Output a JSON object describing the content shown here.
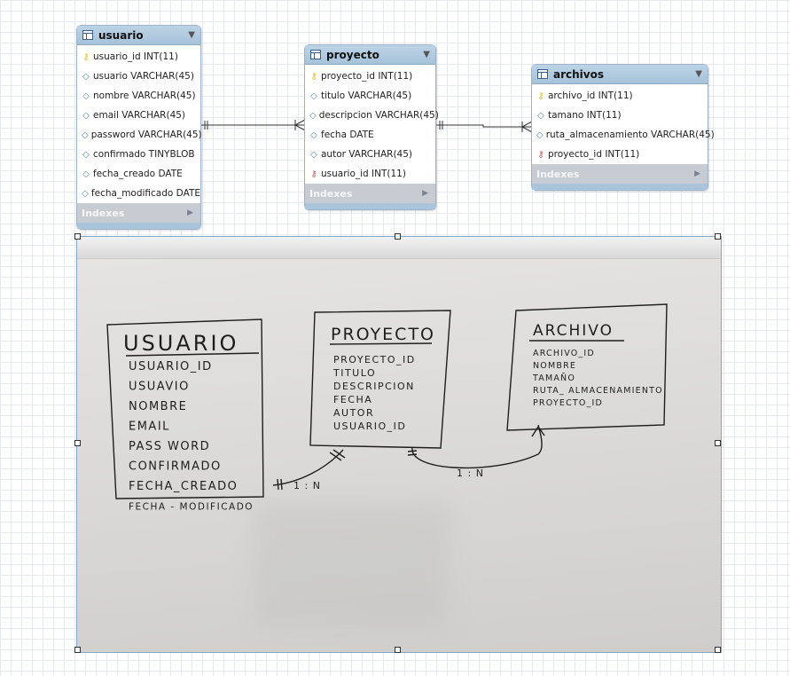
{
  "entities": {
    "usuario": {
      "title": "usuario",
      "fields": [
        {
          "name": "usuario_id INT(11)",
          "kind": "primary-key"
        },
        {
          "name": "usuario VARCHAR(45)",
          "kind": "attribute"
        },
        {
          "name": "nombre VARCHAR(45)",
          "kind": "attribute"
        },
        {
          "name": "email VARCHAR(45)",
          "kind": "attribute"
        },
        {
          "name": "password VARCHAR(45)",
          "kind": "attribute"
        },
        {
          "name": "confirmado TINYBLOB",
          "kind": "attribute"
        },
        {
          "name": "fecha_creado DATE",
          "kind": "attribute"
        },
        {
          "name": "fecha_modificado DATE",
          "kind": "attribute"
        }
      ],
      "indexes_label": "Indexes"
    },
    "proyecto": {
      "title": "proyecto",
      "fields": [
        {
          "name": "proyecto_id INT(11)",
          "kind": "primary-key"
        },
        {
          "name": "titulo VARCHAR(45)",
          "kind": "attribute"
        },
        {
          "name": "descripcion VARCHAR(45)",
          "kind": "attribute"
        },
        {
          "name": "fecha DATE",
          "kind": "attribute"
        },
        {
          "name": "autor VARCHAR(45)",
          "kind": "attribute"
        },
        {
          "name": "usuario_id INT(11)",
          "kind": "foreign-key"
        }
      ],
      "indexes_label": "Indexes"
    },
    "archivos": {
      "title": "archivos",
      "fields": [
        {
          "name": "archivo_id INT(11)",
          "kind": "primary-key"
        },
        {
          "name": "tamano INT(11)",
          "kind": "attribute"
        },
        {
          "name": "ruta_almacenamiento VARCHAR(45)",
          "kind": "attribute"
        },
        {
          "name": "proyecto_id INT(11)",
          "kind": "foreign-key"
        }
      ],
      "indexes_label": "Indexes"
    }
  },
  "photo": {
    "usuario": {
      "title": "USUARIO",
      "fields": [
        "USUARIO_ID",
        "USUAVIO",
        "NOMBRE",
        "EMAIL",
        "PASS WORD",
        "CONFIRMADO",
        "FECHA_CREADO",
        "FECHA - MODIFICADO"
      ]
    },
    "proyecto": {
      "title": "PROYECTO",
      "fields": [
        "PROYECTO_ID",
        "TITULO",
        "DESCRIPCION",
        "FECHA",
        "AUTOR",
        "USUARIO_ID"
      ]
    },
    "archivo": {
      "title": "ARCHIVO",
      "fields": [
        "ARCHIVO_ID",
        "NOMBRE",
        "TAMAÑO",
        "RUTA_ ALMACENAMIENTO",
        "PROYECTO_ID"
      ]
    },
    "relations": [
      "1 : N",
      "1 : N"
    ]
  },
  "icons": {
    "primary_key": "key-icon",
    "foreign_key": "foreign-key-icon",
    "attribute": "diamond-icon",
    "table": "table-icon"
  }
}
